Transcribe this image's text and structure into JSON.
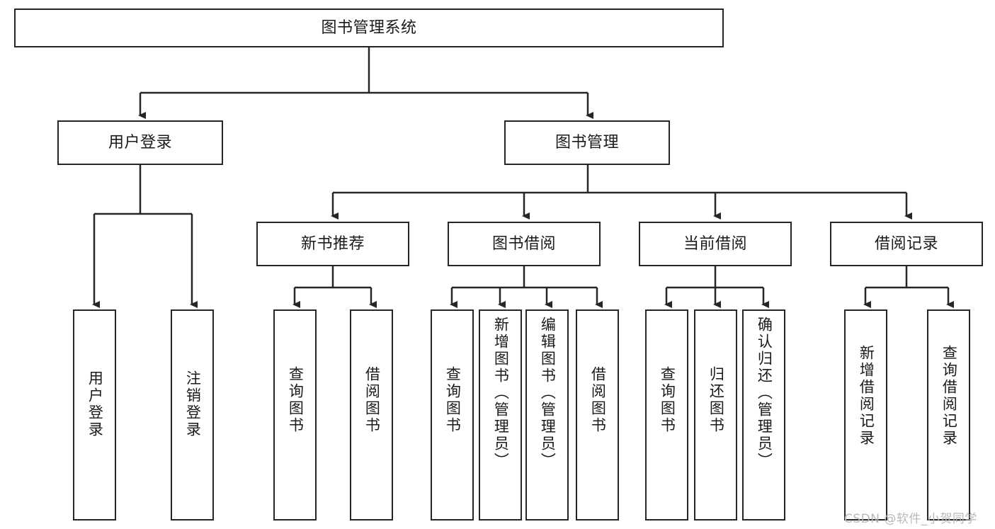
{
  "diagram": {
    "type": "tree-hierarchy-chart",
    "title": "图书管理系统",
    "root": {
      "label": "图书管理系统"
    },
    "level2": [
      {
        "id": "user-login",
        "label": "用户登录"
      },
      {
        "id": "book-manage",
        "label": "图书管理"
      }
    ],
    "level3": [
      {
        "id": "new-book-recommend",
        "label": "新书推荐",
        "parent": "book-manage"
      },
      {
        "id": "book-borrow",
        "label": "图书借阅",
        "parent": "book-manage"
      },
      {
        "id": "current-borrow",
        "label": "当前借阅",
        "parent": "book-manage"
      },
      {
        "id": "borrow-record",
        "label": "借阅记录",
        "parent": "book-manage"
      }
    ],
    "leaves": [
      {
        "id": "leaf-user-login",
        "label": "用户登录",
        "parent": "user-login"
      },
      {
        "id": "leaf-logout-login",
        "label": "注销登录",
        "parent": "user-login"
      },
      {
        "id": "leaf-query-book-1",
        "label": "查询图书",
        "parent": "new-book-recommend"
      },
      {
        "id": "leaf-borrow-book-1",
        "label": "借阅图书",
        "parent": "new-book-recommend"
      },
      {
        "id": "leaf-query-book-2",
        "label": "查询图书",
        "parent": "book-borrow"
      },
      {
        "id": "leaf-add-book",
        "label": "新增图书（管理员）",
        "parent": "book-borrow"
      },
      {
        "id": "leaf-edit-book",
        "label": "编辑图书（管理员）",
        "parent": "book-borrow"
      },
      {
        "id": "leaf-borrow-book-2",
        "label": "借阅图书",
        "parent": "book-borrow"
      },
      {
        "id": "leaf-query-book-3",
        "label": "查询图书",
        "parent": "current-borrow"
      },
      {
        "id": "leaf-return-book",
        "label": "归还图书",
        "parent": "current-borrow"
      },
      {
        "id": "leaf-confirm-return",
        "label": "确认归还（管理员）",
        "parent": "current-borrow"
      },
      {
        "id": "leaf-add-record",
        "label": "新增借阅记录",
        "parent": "borrow-record"
      },
      {
        "id": "leaf-query-record",
        "label": "查询借阅记录",
        "parent": "borrow-record"
      }
    ],
    "colors": {
      "stroke": "#262626",
      "fill": "#ffffff",
      "text": "#1a1a1a",
      "watermark": "#b9b9b9"
    }
  },
  "watermark": {
    "text": "CSDN @软件_小贺同学"
  }
}
